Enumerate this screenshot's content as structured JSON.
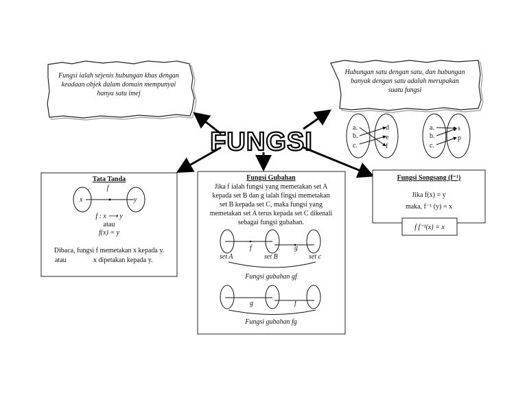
{
  "title": "FUNGSI",
  "definition": {
    "lines": [
      "Fungsi ialah sejenis hubungan khas dengan",
      "keadaan objek dalam domain mempunyai",
      "hanya satu imej"
    ]
  },
  "relations": {
    "lines": [
      "Hubungan satu dengan satu, dan hubungan",
      "banyak dengan satu adalah merupakan",
      "suatu fungsi"
    ],
    "one_to_one": {
      "domain": [
        "a.",
        "b.",
        "c."
      ],
      "codomain": [
        "d",
        "e",
        "f"
      ]
    },
    "many_to_one": {
      "domain": [
        "a.",
        "b.",
        "c."
      ],
      "codomain": [
        "s",
        "p"
      ]
    }
  },
  "tata_tanda": {
    "heading": "Tata Tanda",
    "f": "f",
    "x": "x",
    "y": "y",
    "notation1": "f :  x ⟶  y",
    "or1": "atau",
    "notation2": "f(x)  =  y",
    "read1": "Dibaca, fungsi f memetakan x kepada y.",
    "read2_or": "atau",
    "read2": "x dipetakan kepada y."
  },
  "gubahan": {
    "heading": "Fungsi Gubahan",
    "lines": [
      "Jika  f  ialah fungsi yang memetakan set A",
      "kepada set B dan g ialah fingsi memetakan",
      "set B kepada set C, maka fungsi yang",
      "memetakan set A terus kepada set C dikenali",
      "sebagai fungsi gubahan."
    ],
    "set_a": "set A",
    "set_b": "set B",
    "set_c": "set c",
    "f": "f",
    "g": "g",
    "caption_gf": "Fungsi gubahan  gf",
    "caption_fg": "Fungsi gubahan  fg"
  },
  "songsang": {
    "heading": "Fungsi  Songsang  (f⁻¹)",
    "line1": "Jika  f(x) = y",
    "line2": "maka,  f⁻¹ (y) = x",
    "identity": "f f⁻¹(x)  =  x"
  }
}
